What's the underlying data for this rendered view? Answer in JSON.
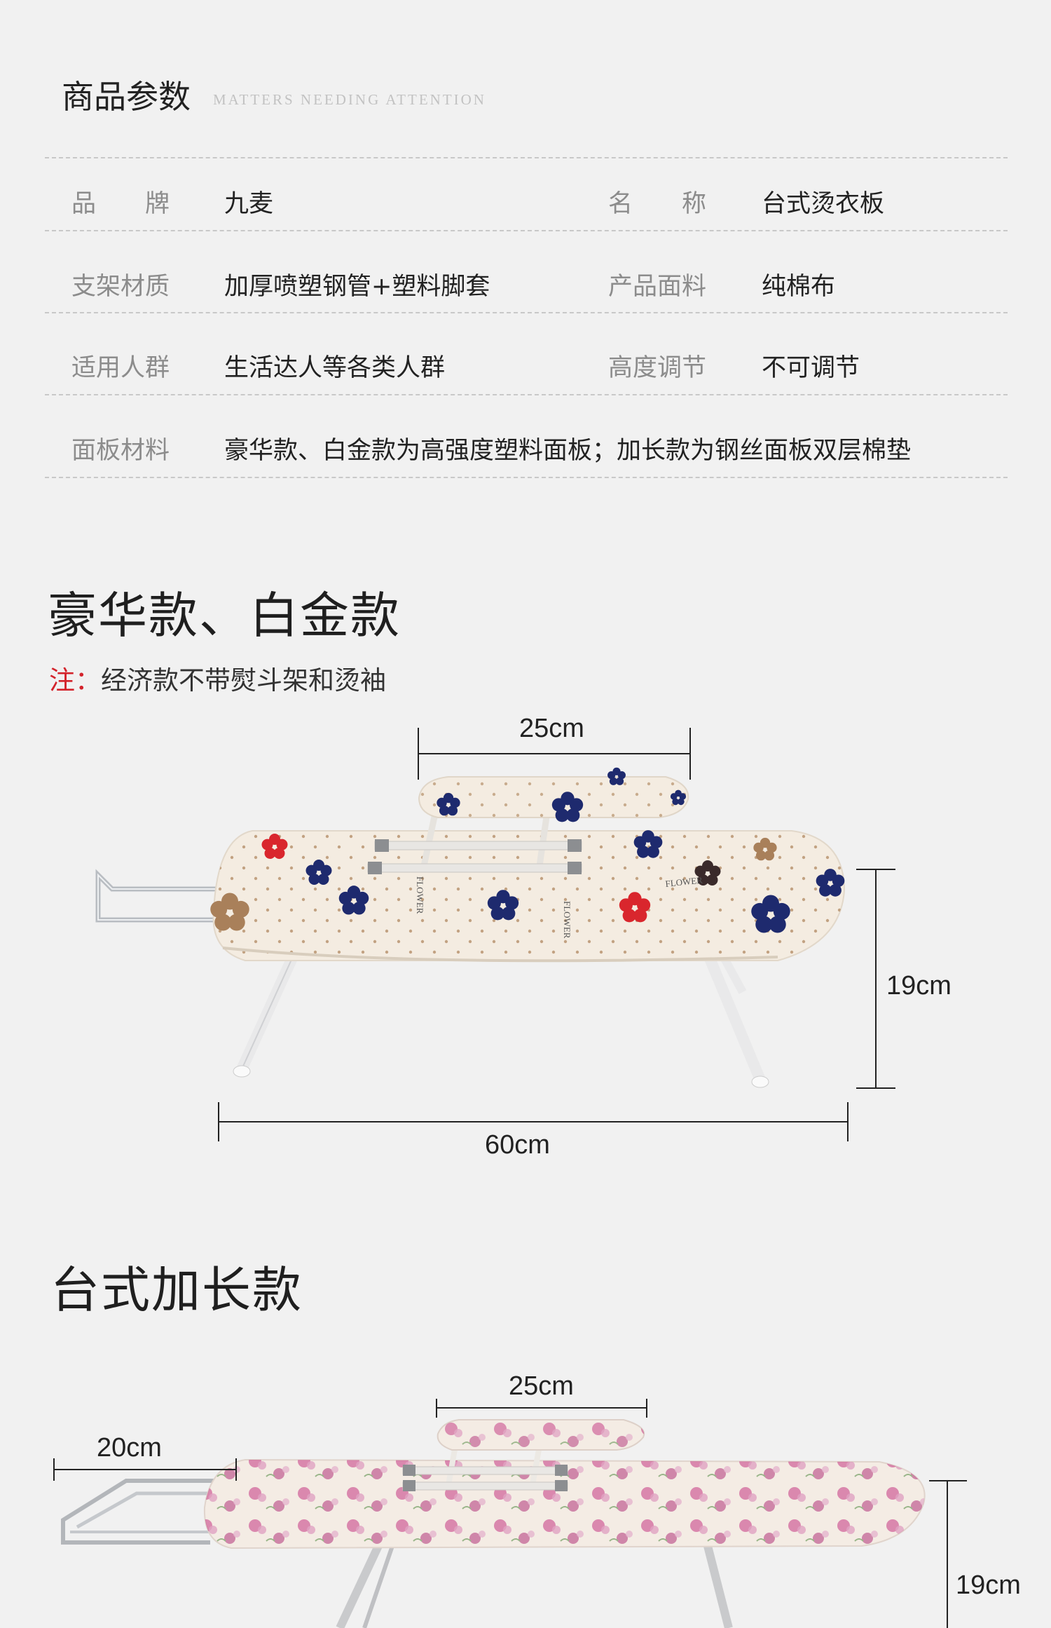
{
  "header": {
    "title_cn": "商品参数",
    "title_en": "MATTERS NEEDING ATTENTION"
  },
  "params": {
    "rows": [
      [
        {
          "label": "品　　牌",
          "value": "九麦"
        },
        {
          "label": "名　　称",
          "value": "台式烫衣板"
        }
      ],
      [
        {
          "label": "支架材质",
          "value": "加厚喷塑钢管+塑料脚套"
        },
        {
          "label": "产品面料",
          "value": "纯棉布"
        }
      ],
      [
        {
          "label": "适用人群",
          "value": "生活达人等各类人群"
        },
        {
          "label": "高度调节",
          "value": "不可调节"
        }
      ],
      [
        {
          "label": "面板材料",
          "value": "豪华款、白金款为高强度塑料面板；加长款为钢丝面板双层棉垫"
        }
      ]
    ]
  },
  "section1": {
    "title": "豪华款、白金款",
    "note_prefix": "注：",
    "note_text": "经济款不带熨斗架和烫袖",
    "dims": {
      "top": "25cm",
      "height": "19cm",
      "width": "60cm"
    },
    "pattern_text": "FLOWER"
  },
  "section2": {
    "title": "台式加长款",
    "dims": {
      "top": "25cm",
      "rest": "20cm",
      "height": "19cm"
    }
  },
  "colors": {
    "accent_red": "#d3232b",
    "navy_flower": "#1e2a6e",
    "red_flower": "#d9262d",
    "brown_flower": "#a9805a",
    "board": "#f4ece1",
    "pink_flower": "#c8458a"
  }
}
